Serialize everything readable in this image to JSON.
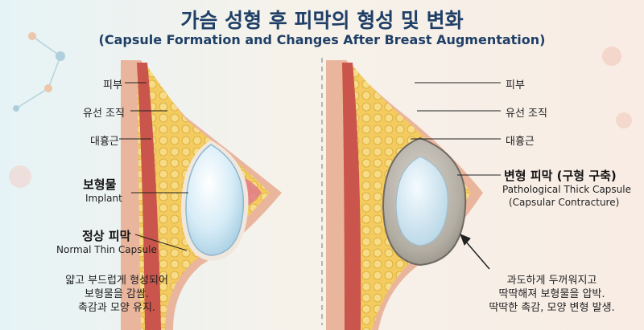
{
  "title": "가슴 성형 후 피막의 형성 및 변화",
  "subtitle": "(Capsule Formation and Changes After Breast Augmentation)",
  "left": {
    "skin": "피부",
    "gland": "유선 조직",
    "muscle": "대흉근",
    "implant_ko": "보형물",
    "implant_en": "Implant",
    "capsule_ko": "정상 피막",
    "capsule_en": "Normal Thin Capsule",
    "note_lines": [
      "얇고 부드럽게 형성되어",
      "보형물을 감쌈.",
      "촉감과 모양 유지."
    ]
  },
  "right": {
    "skin": "피부",
    "gland": "유선 조직",
    "muscle": "대흉근",
    "capsule_ko": "변형 피막 (구형 구축)",
    "capsule_en1": "Pathological Thick Capsule",
    "capsule_en2": "(Capsular Contracture)",
    "note_lines": [
      "과도하게 두꺼워지고",
      "딱딱해져 보형물을 압박.",
      "딱딱한 촉감, 모양 변형 발생."
    ]
  },
  "colors": {
    "title": "#1f3f67",
    "skin": "#eab59d",
    "fat": "#f3cb5e",
    "muscle": "#c9554c",
    "implant": "#d6ecf7",
    "thick_capsule": "#b3aea4"
  }
}
